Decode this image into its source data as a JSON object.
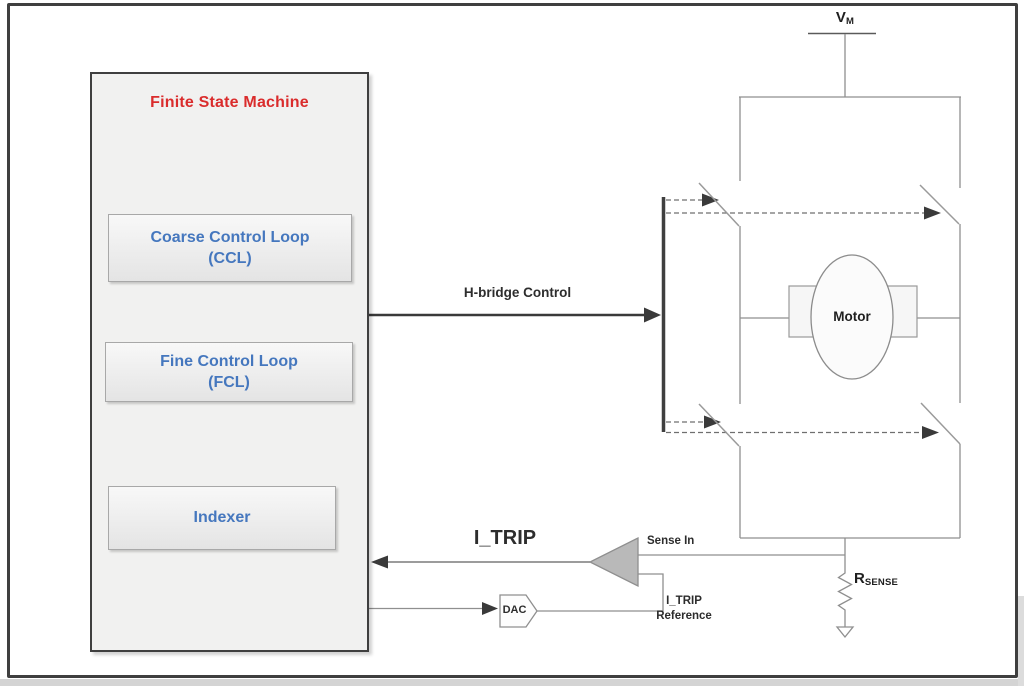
{
  "fsm": {
    "title": "Finite State Machine",
    "blocks": [
      {
        "line1": "Coarse Control Loop",
        "line2": "(CCL)"
      },
      {
        "line1": "Fine Control Loop",
        "line2": "(FCL)"
      },
      {
        "line1": "Indexer"
      }
    ]
  },
  "signals": {
    "h_bridge_control": "H-bridge Control",
    "i_trip": "I_TRIP",
    "sense_in": "Sense In",
    "i_trip_reference": [
      "I_TRIP",
      "Reference"
    ]
  },
  "components": {
    "dac": "DAC",
    "motor": "Motor",
    "vm": {
      "main": "V",
      "sub": "M"
    },
    "rsense": {
      "main": "R",
      "sub": "SENSE"
    }
  },
  "colors": {
    "title_red": "#da2c2c",
    "block_blue": "#4577be",
    "frame_dark": "#3f3f3f",
    "wire_gray": "#8f8f8f",
    "comparator_fill": "#b9b9b9"
  }
}
